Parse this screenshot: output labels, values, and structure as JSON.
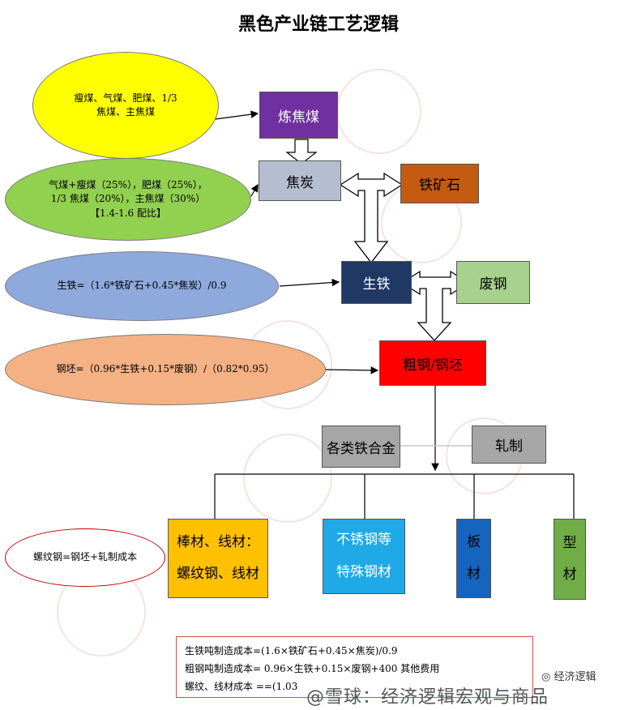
{
  "title": "黑色产业链工艺逻辑",
  "inputs": {
    "coal_types": [
      "瘦煤、气煤、肥煤、1/3",
      "焦煤、主焦煤"
    ],
    "coke_blend": [
      "气煤+瘦煤（25%），肥煤（25%），",
      "1/3 焦煤（20%），主焦煤（30%）",
      "【1.4-1.6 配比】"
    ],
    "pig_iron_formula": "生铁=（1.6*铁矿石+0.45*焦炭）/0.9",
    "billet_formula": "钢坯=（0.96*生铁+0.15*废钢）/（0.82*0.95）",
    "rebar_formula": "螺纹钢=钢坯+轧制成本"
  },
  "nodes": {
    "coking_coal": "炼焦煤",
    "coke": "焦炭",
    "iron_ore": "铁矿石",
    "pig_iron": "生铁",
    "scrap": "废钢",
    "crude_steel": "粗钢/钢坯",
    "ferroalloys": "各类铁合金",
    "rolling": "轧制"
  },
  "products": {
    "long": [
      "棒材、线材：",
      "螺纹钢、线材"
    ],
    "stainless": [
      "不锈钢等",
      "特殊钢材"
    ],
    "plate": [
      "板",
      "材"
    ],
    "section": [
      "型",
      "材"
    ]
  },
  "summary": {
    "line1": "生铁吨制造成本=(1.6×铁矿石+0.45×焦炭)/0.9",
    "line2": "粗钢吨制造成本= 0.96×生铁+0.15×废钢+400 其他费用",
    "line3": "螺纹、线材成本 ==(1.03"
  },
  "footer": {
    "account": "经济逻辑",
    "brand": "@雪球：经济逻辑宏观与商品"
  },
  "colors": {
    "coking_coal": "#7030a0",
    "coke": "#b5bdd0",
    "iron_ore": "#c55a11",
    "pig_iron": "#1f3864",
    "scrap": "#a9d18e",
    "crude_steel": "#ff0000",
    "ferroalloys": "#a6a6a6",
    "rolling": "#a6a6a6",
    "long": "#ffc000",
    "stainless": "#1fa9e6",
    "plate": "#1565c0",
    "section": "#70ad47",
    "ellipse_yellow": "#ffff00",
    "ellipse_green": "#92d050",
    "ellipse_blue": "#8ea9db",
    "ellipse_orange": "#f4b183"
  }
}
